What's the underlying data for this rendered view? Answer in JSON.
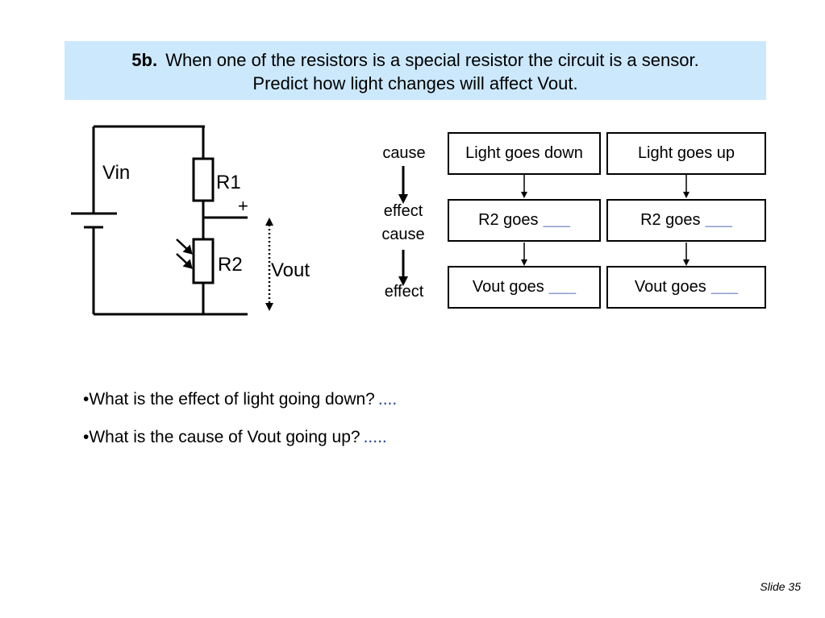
{
  "heading": {
    "number": "5b.",
    "line1": "When one of the resistors is a special resistor the circuit is a sensor.",
    "line2": "Predict how light changes will affect Vout."
  },
  "circuit": {
    "vin_label": "Vin",
    "r1_label": "R1",
    "plus_label": "+",
    "r2_label": "R2",
    "vout_label": "Vout"
  },
  "flow": {
    "labels": {
      "cause1": "cause",
      "effect1": "effect",
      "cause2": "cause",
      "effect2": "effect"
    },
    "columns": [
      {
        "top": "Light goes down",
        "middle": "R2 goes",
        "middle_blank": "___",
        "bottom": "Vout goes",
        "bottom_blank": "___"
      },
      {
        "top": "Light goes up",
        "middle": "R2 goes",
        "middle_blank": "___",
        "bottom": "Vout goes",
        "bottom_blank": "___"
      }
    ]
  },
  "questions": [
    {
      "text": "•What is the effect of light going down?",
      "answer": "...."
    },
    {
      "text": "•What is the cause of Vout going up?",
      "answer": "....."
    }
  ],
  "slide_number": "Slide 35",
  "colors": {
    "title_bg": "#cce8fc",
    "answer": "#1f3f99"
  }
}
